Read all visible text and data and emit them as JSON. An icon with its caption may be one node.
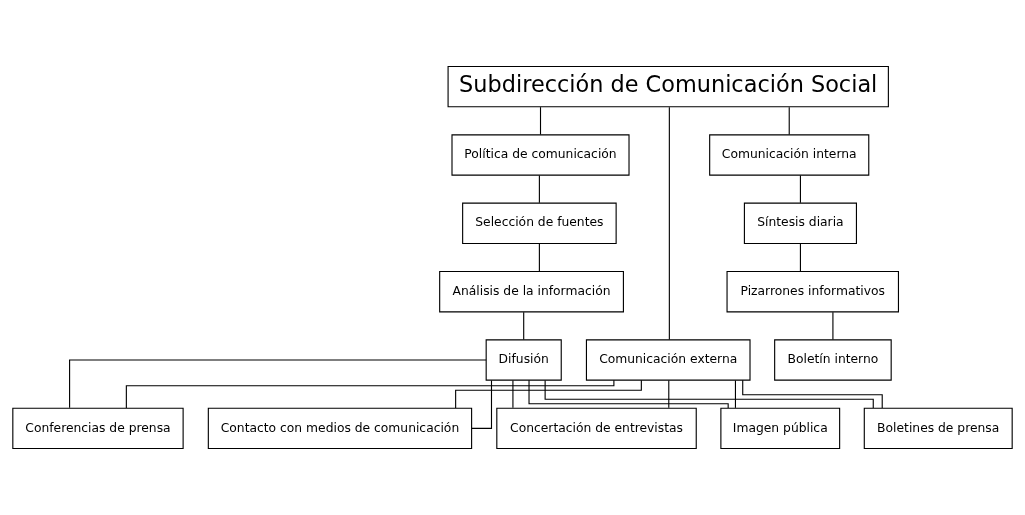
{
  "diagram": {
    "nodes": [
      {
        "text": [
          "Subdirección de Comunicación Social"
        ]
      },
      {
        "text": [
          "Política de comunicación"
        ]
      },
      {
        "text": [
          "Comunicación interna"
        ]
      },
      {
        "text": [
          "Comunicación externa"
        ]
      },
      {
        "text": [
          "Selección de fuentes"
        ]
      },
      {
        "text": [
          "Síntesis diaria"
        ]
      },
      {
        "text": [
          "Análisis de la información"
        ]
      },
      {
        "text": [
          "Pizarrones informativos"
        ]
      },
      {
        "text": [
          "Difusión"
        ]
      },
      {
        "text": [
          "Boletín interno"
        ]
      },
      {
        "text": [
          "Boletines de prensa"
        ]
      },
      {
        "text": [
          "Conferencias de prensa"
        ]
      },
      {
        "text": [
          "Contacto con medios de comunicación"
        ]
      },
      {
        "text": [
          "Concertación de entrevistas"
        ]
      },
      {
        "text": [
          "Imagen pública"
        ]
      }
    ],
    "edges": [
      {
        "from": 0,
        "to": 1,
        "arrow": "none"
      },
      {
        "from": 0,
        "to": 2,
        "arrow": "none"
      },
      {
        "from": 0,
        "to": 3,
        "arrow": "none"
      },
      {
        "from": 2,
        "to": 5,
        "arrow": "none"
      },
      {
        "from": 5,
        "to": 7,
        "arrow": "none"
      },
      {
        "from": 7,
        "to": 9,
        "arrow": "none"
      },
      {
        "from": 1,
        "to": 4,
        "arrow": "none"
      },
      {
        "from": 4,
        "to": 6,
        "arrow": "none"
      },
      {
        "from": 6,
        "to": 8,
        "arrow": "none"
      },
      {
        "from": 3,
        "to": 10,
        "arrow": "none"
      },
      {
        "from": 3,
        "to": 11,
        "arrow": "none"
      },
      {
        "from": 3,
        "to": 12,
        "arrow": "none"
      },
      {
        "from": 3,
        "to": 13,
        "arrow": "none"
      },
      {
        "from": 3,
        "to": 14,
        "arrow": "none"
      },
      {
        "from": 8,
        "to": 10,
        "arrow": "none"
      },
      {
        "from": 8,
        "to": 11,
        "arrow": "none"
      },
      {
        "from": 8,
        "to": 12,
        "arrow": "none"
      },
      {
        "from": 8,
        "to": 13,
        "arrow": "none"
      },
      {
        "from": 8,
        "to": 14,
        "arrow": "none"
      }
    ]
  }
}
